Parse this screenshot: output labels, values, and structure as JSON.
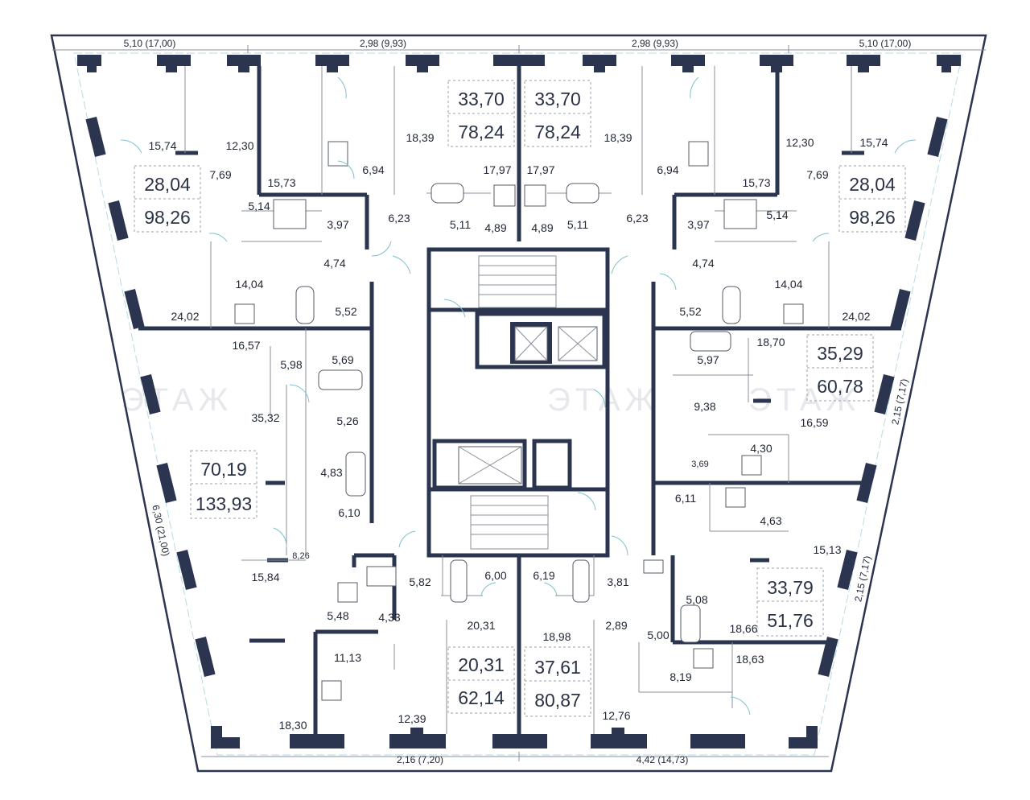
{
  "facade_dims": {
    "top": [
      "5,10  (17,00)",
      "2,98  (9,93)",
      "2,98  (9,93)",
      "5,10  (17,00)"
    ],
    "bottom": [
      "2,16  (7,20)",
      "4,42  (14,73)"
    ],
    "left": "6,30  (21,00)",
    "right": [
      "2,15  (7,17)",
      "2,15  (7,17)"
    ]
  },
  "apartments": [
    {
      "living": "28,04",
      "total": "98,26"
    },
    {
      "living": "33,70",
      "total": "78,24"
    },
    {
      "living": "33,70",
      "total": "78,24"
    },
    {
      "living": "28,04",
      "total": "98,26"
    },
    {
      "living": "35,29",
      "total": "60,78"
    },
    {
      "living": "70,19",
      "total": "133,93"
    },
    {
      "living": "33,79",
      "total": "51,76"
    },
    {
      "living": "20,31",
      "total": "62,14"
    },
    {
      "living": "37,61",
      "total": "80,87"
    }
  ],
  "room_areas": [
    "15,74",
    "12,30",
    "7,69",
    "15,73",
    "5,14",
    "3,97",
    "6,94",
    "18,39",
    "17,97",
    "17,97",
    "18,39",
    "6,94",
    "15,73",
    "12,30",
    "15,74",
    "7,69",
    "6,23",
    "5,11",
    "4,89",
    "4,89",
    "5,11",
    "6,23",
    "3,97",
    "5,14",
    "4,74",
    "4,74",
    "14,04",
    "14,04",
    "24,02",
    "24,02",
    "5,52",
    "5,52",
    "16,57",
    "18,70",
    "5,97",
    "5,98",
    "5,69",
    "35,32",
    "5,26",
    "9,38",
    "16,59",
    "4,30",
    "3,69",
    "4,83",
    "6,11",
    "6,10",
    "4,63",
    "8,26",
    "15,84",
    "15,13",
    "5,82",
    "6,00",
    "6,19",
    "3,81",
    "5,08",
    "5,48",
    "4,33",
    "20,31",
    "18,98",
    "2,89",
    "18,66",
    "5,00",
    "11,13",
    "8,19",
    "18,63",
    "18,30",
    "12,39",
    "12,76"
  ],
  "watermark": [
    "ЭТАЖ",
    "ЭТАЖ",
    "ЭТАЖ"
  ]
}
